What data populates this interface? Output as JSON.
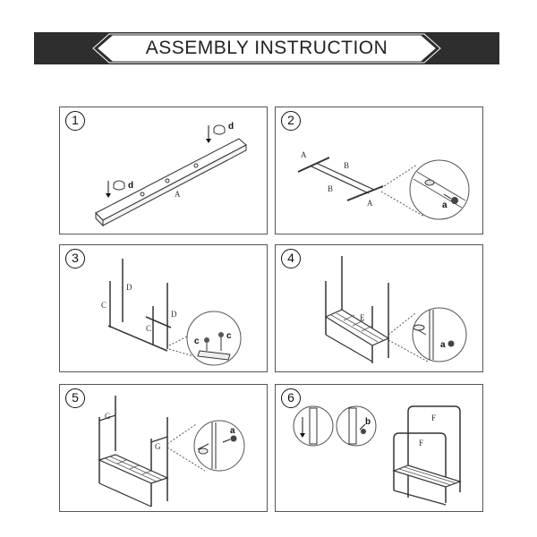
{
  "header": {
    "title": "ASSEMBLY INSTRUCTION",
    "banner_color": "#2e2e2e"
  },
  "steps": [
    {
      "number": "1",
      "labels": {
        "part_a": "A",
        "screw_d_left": "d",
        "screw_d_right": "d"
      }
    },
    {
      "number": "2",
      "labels": {
        "a_top": "A",
        "b_top": "B",
        "b_bottom": "B",
        "a_bottom": "A",
        "screw": "a"
      }
    },
    {
      "number": "3",
      "labels": {
        "d_left": "D",
        "c_left": "C",
        "d_right": "D",
        "c_bottom": "C",
        "screw_c1": "c",
        "screw_c2": "c"
      }
    },
    {
      "number": "4",
      "labels": {
        "shelf": "E",
        "screw": "a"
      }
    },
    {
      "number": "5",
      "labels": {
        "g_top": "G",
        "g_bottom": "G",
        "screw": "a"
      }
    },
    {
      "number": "6",
      "labels": {
        "f_top": "F",
        "f_bottom": "F",
        "screw": "b"
      }
    }
  ]
}
